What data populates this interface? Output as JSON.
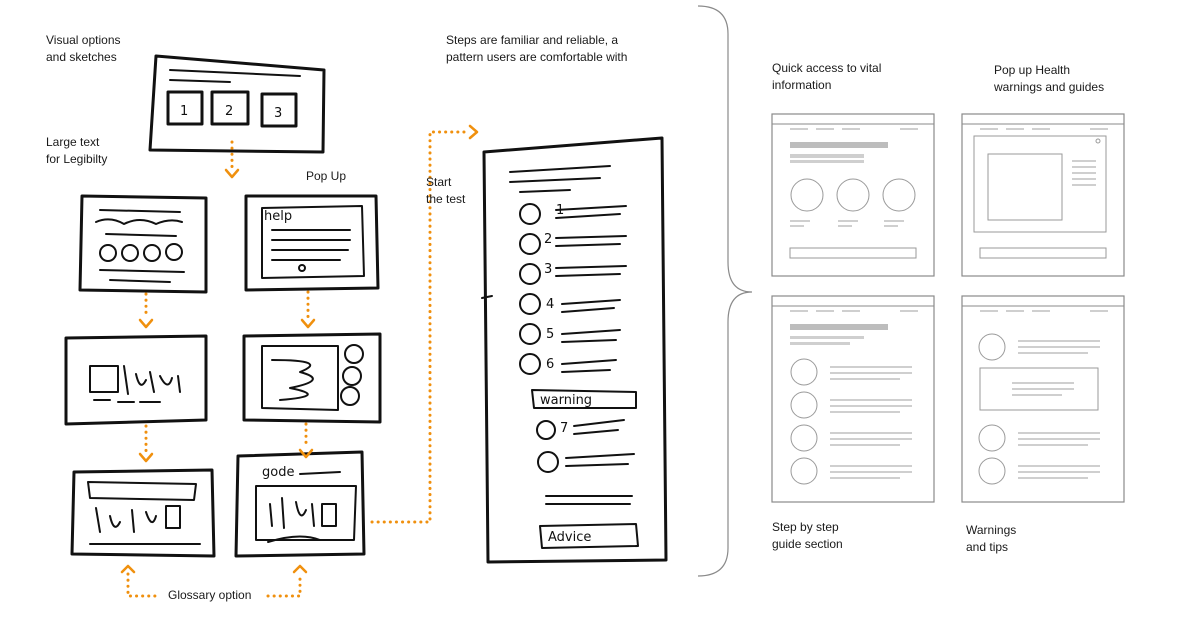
{
  "labels": {
    "visual_options": [
      "Visual options",
      "and sketches"
    ],
    "large_text": [
      "Large text",
      "for Legibilty"
    ],
    "pop_up": "Pop Up",
    "start_test": [
      "Start",
      "the test"
    ],
    "steps_familiar": [
      "Steps are familiar and reliable, a",
      "pattern users are comfortable with"
    ],
    "glossary": "Glossary option",
    "quick_access": [
      "Quick access to vital",
      "information"
    ],
    "pop_up_health": [
      "Pop up Health",
      "warnings and guides"
    ],
    "step_by_step": [
      "Step by step",
      "guide section"
    ],
    "warnings_tips": [
      "Warnings",
      "and tips"
    ]
  },
  "sketch_text": {
    "nums": [
      "1",
      "2",
      "3"
    ],
    "steps": [
      "1",
      "2",
      "3",
      "4",
      "5",
      "6",
      "7"
    ],
    "warning": "warning",
    "advice": "Advice",
    "help": "help",
    "header": "gode"
  },
  "colors": {
    "accent": "#f0900e",
    "ink": "#111111",
    "wireframe": "#8a8a8a"
  }
}
